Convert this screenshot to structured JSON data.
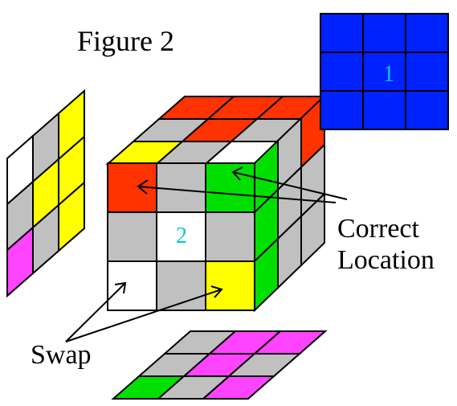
{
  "title": "Figure 2",
  "center_label": "2",
  "top_right_label": "1",
  "annotations": {
    "correct_line1": "Correct",
    "correct_line2": "Location",
    "swap": "Swap"
  },
  "colors": {
    "red": "#ff3300",
    "green": "#00e000",
    "yellow": "#ffff00",
    "white": "#ffffff",
    "gray": "#c0c0c0",
    "magenta": "#ff44ff",
    "blue": "#0022ff",
    "cyan_text": "#00cccc",
    "black": "#000000"
  },
  "faces": {
    "front": [
      [
        "red",
        "gray",
        "green"
      ],
      [
        "gray",
        "white",
        "gray"
      ],
      [
        "white",
        "gray",
        "yellow"
      ]
    ],
    "top": [
      [
        "red",
        "red",
        "red"
      ],
      [
        "gray",
        "red",
        "gray"
      ],
      [
        "yellow",
        "gray",
        "white"
      ]
    ],
    "right": [
      [
        "green",
        "gray",
        "red"
      ],
      [
        "green",
        "gray",
        "gray"
      ],
      [
        "green",
        "gray",
        "gray"
      ]
    ],
    "left_panel": [
      [
        "white",
        "gray",
        "yellow"
      ],
      [
        "gray",
        "yellow",
        "yellow"
      ],
      [
        "magenta",
        "gray",
        "yellow"
      ]
    ],
    "bottom_panel": [
      [
        "gray",
        "magenta",
        "magenta"
      ],
      [
        "gray",
        "magenta",
        "gray"
      ],
      [
        "green",
        "gray",
        "magenta"
      ]
    ],
    "top_right_panel": [
      [
        "blue",
        "blue",
        "blue"
      ],
      [
        "blue",
        "blue",
        "blue"
      ],
      [
        "blue",
        "blue",
        "blue"
      ]
    ]
  }
}
